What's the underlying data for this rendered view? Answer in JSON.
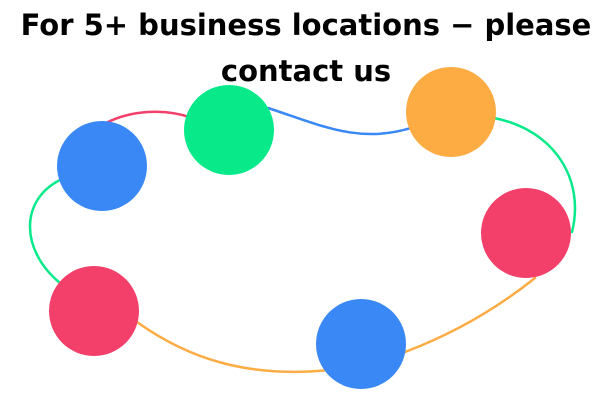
{
  "title": {
    "line1": "For 5+ business locations − please",
    "line2": "contact us"
  },
  "colors": {
    "blue": "#3a88f5",
    "green": "#08ea8a",
    "orange": "#fdab43",
    "red": "#f2406b"
  },
  "nodes": [
    "blue",
    "green",
    "orange",
    "red",
    "blue",
    "red"
  ]
}
